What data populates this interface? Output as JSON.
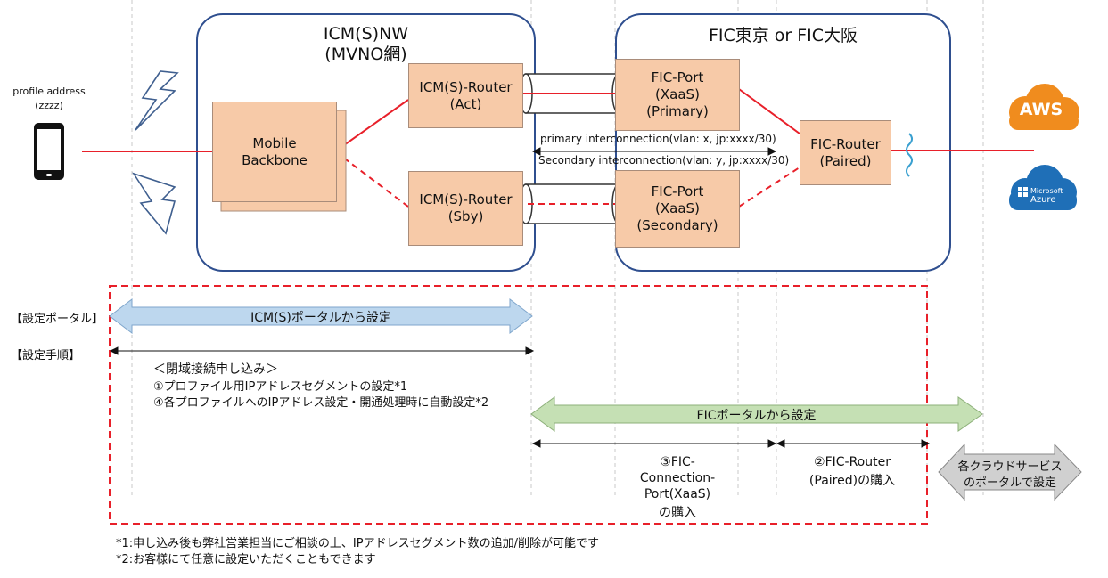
{
  "device": {
    "label_line1": "profile address",
    "label_line2": "(zzzz)"
  },
  "regions": {
    "icm": {
      "title_line1": "ICM(S)NW",
      "title_line2": "(MVNO網)"
    },
    "fic": {
      "title": "FIC東京 or FIC大阪"
    }
  },
  "nodes": {
    "mobile_backbone": {
      "line1": "Mobile",
      "line2": "Backbone"
    },
    "icm_router_act": {
      "line1": "ICM(S)-Router",
      "line2": "(Act)"
    },
    "icm_router_sby": {
      "line1": "ICM(S)-Router",
      "line2": "(Sby)"
    },
    "fic_port_primary": {
      "line1": "FIC-Port",
      "line2": "(XaaS)",
      "line3": "(Primary)"
    },
    "fic_port_secondary": {
      "line1": "FIC-Port",
      "line2": "(XaaS)",
      "line3": "(Secondary)"
    },
    "fic_router": {
      "line1": "FIC-Router",
      "line2": "(Paired)"
    }
  },
  "interconnects": {
    "primary": "primary interconnection(vlan: x, jp:xxxx/30)",
    "secondary": "Secondary interconnection(vlan: y, jp:xxxx/30)"
  },
  "clouds": {
    "aws": "AWS",
    "azure_line1": "Microsoft",
    "azure_line2": "Azure"
  },
  "portals": {
    "section_label": "【設定ポータル】",
    "icm": "ICM(S)ポータルから設定",
    "fic": "FICポータルから設定",
    "cloud_line1": "各クラウドサービス",
    "cloud_line2": "のポータルで設定"
  },
  "procedure": {
    "section_label": "【設定手順】",
    "header": "＜閉域接続申し込み＞",
    "step1": "①プロファイル用IPアドレスセグメントの設定*1",
    "step4": "④各プロファイルへのIPアドレス設定・開通処理時に自動設定*2",
    "step3_line1": "③FIC-",
    "step3_line2": "Connection-",
    "step3_line3": "Port(XaaS)",
    "step3_line4": "の購入",
    "step2_line1": "②FIC-Router",
    "step2_line2": "(Paired)の購入"
  },
  "notes": {
    "note1": "*1:申し込み後も弊社営業担当にご相談の上、IPアドレスセグメント数の追加/削除が可能です",
    "note2": "*2:お客様にて任意に設定いただくこともできます"
  },
  "colors": {
    "region_border": "#2f4f8f",
    "node_fill": "#f7caa8",
    "link_red": "#e8202a",
    "icm_arrow": "#bdd7ee",
    "fic_arrow": "#c5e0b4",
    "cloud_arrow": "#d0d0d0",
    "aws_orange": "#f08c1e",
    "azure_blue": "#1f6fb7"
  }
}
